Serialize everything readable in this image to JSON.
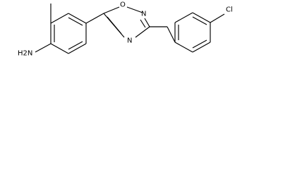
{
  "structure": {
    "atoms": {
      "amine": "H2N",
      "oxygen": "O",
      "ring_nitrogen_top": "N",
      "ring_nitrogen_bottom": "N",
      "chlorine": "Cl"
    }
  }
}
